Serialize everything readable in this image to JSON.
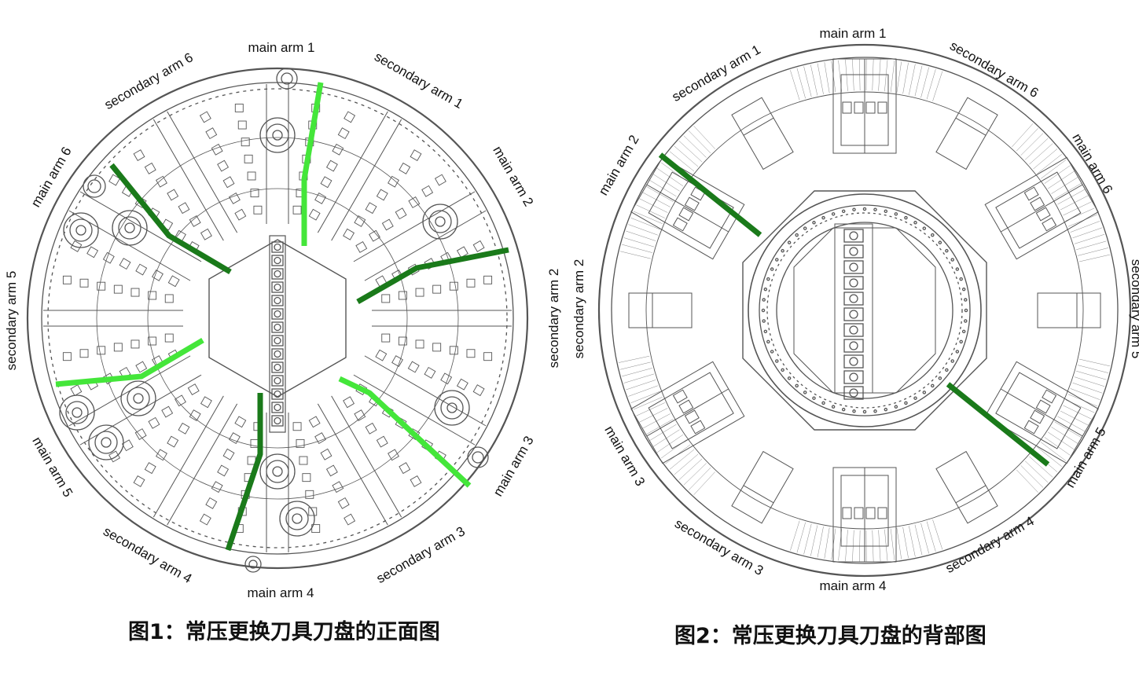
{
  "figure1": {
    "caption": "图1：常压更换刀具刀盘的正面图",
    "labels": {
      "main_arm_1": "main arm 1",
      "secondary_arm_1": "secondary arm 1",
      "main_arm_2": "main arm 2",
      "secondary_arm_2": "secondary arm 2",
      "main_arm_3": "main arm 3",
      "secondary_arm_3": "secondary arm 3",
      "main_arm_4": "main arm 4",
      "secondary_arm_4": "secondary arm 4",
      "main_arm_5": "main arm 5",
      "secondary_arm_5": "secondary arm 5",
      "main_arm_6": "main arm 6",
      "secondary_arm_6": "secondary arm 6"
    }
  },
  "figure2": {
    "caption": "图2：常压更换刀具刀盘的背部图",
    "labels": {
      "main_arm_1": "main arm 1",
      "secondary_arm_1": "secondary arm 1",
      "main_arm_2": "main arm 2",
      "secondary_arm_2": "secondary arm 2",
      "main_arm_3": "main arm 3",
      "secondary_arm_3": "secondary arm 3",
      "main_arm_4": "main arm 4",
      "secondary_arm_4": "secondary arm 4",
      "main_arm_5": "main arm 5",
      "secondary_arm_5": "secondary arm 5",
      "main_arm_6": "main arm 6",
      "secondary_arm_6": "secondary arm 6"
    }
  },
  "colors": {
    "line_art": "#555555",
    "light_green": "#44e63a",
    "dark_green": "#1a7a1a"
  }
}
